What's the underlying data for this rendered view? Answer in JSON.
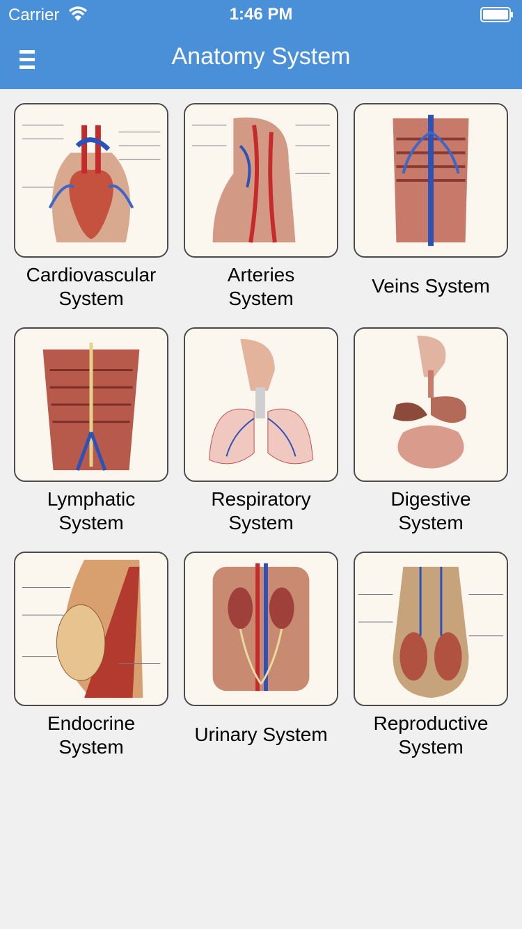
{
  "status_bar": {
    "carrier": "Carrier",
    "time": "1:46 PM"
  },
  "header": {
    "title": "Anatomy System",
    "menu_icon": "hamburger-icon",
    "color": "#4a90d9"
  },
  "systems": [
    {
      "label_line1": "Cardiovascular",
      "label_line2": "System",
      "icon": "heart-anatomy-icon"
    },
    {
      "label_line1": "Arteries",
      "label_line2": "System",
      "icon": "neck-arteries-icon"
    },
    {
      "label_line1": "Veins System",
      "label_line2": "",
      "icon": "torso-veins-icon"
    },
    {
      "label_line1": "Lymphatic",
      "label_line2": "System",
      "icon": "lymphatic-torso-icon"
    },
    {
      "label_line1": "Respiratory",
      "label_line2": "System",
      "icon": "lungs-icon"
    },
    {
      "label_line1": "Digestive",
      "label_line2": "System",
      "icon": "digestive-tract-icon"
    },
    {
      "label_line1": "Endocrine",
      "label_line2": "System",
      "icon": "breast-anatomy-icon"
    },
    {
      "label_line1": "Urinary System",
      "label_line2": "",
      "icon": "kidneys-icon"
    },
    {
      "label_line1": "Reproductive",
      "label_line2": "System",
      "icon": "reproductive-anatomy-icon"
    }
  ]
}
